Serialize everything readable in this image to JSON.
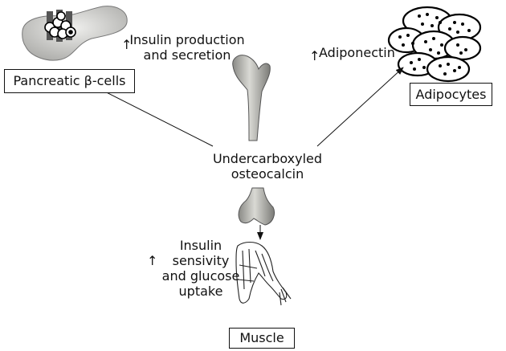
{
  "boxes": {
    "pancreas": "Pancreatic β-cells",
    "adipocytes": "Adipocytes",
    "muscle": "Muscle"
  },
  "center_label": {
    "line1": "Undercarboxyled",
    "line2": "osteocalcin"
  },
  "effects": {
    "insulin": {
      "line1": "Insulin production",
      "line2": "and secretion"
    },
    "adiponectin": "Adiponectin",
    "muscle": {
      "line1": "Insulin",
      "line2": "sensivity",
      "line3": "and glucose",
      "line4": "uptake"
    }
  },
  "up_arrow_glyph": "↑"
}
